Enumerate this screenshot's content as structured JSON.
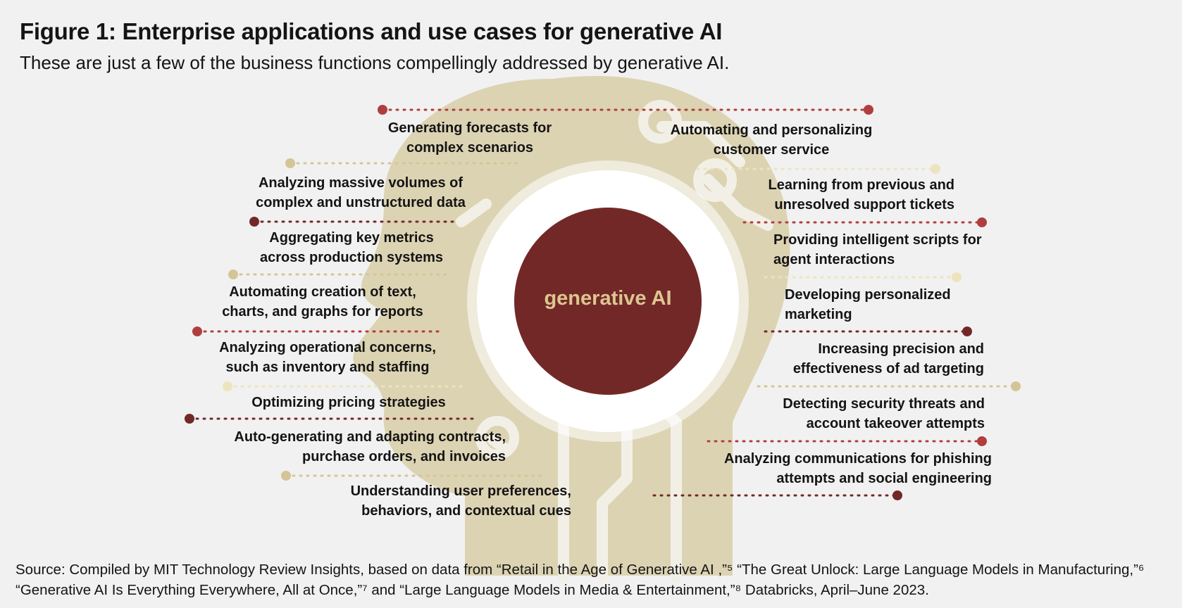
{
  "title": "Figure 1: Enterprise applications and use cases for generative AI",
  "subtitle": "These are just a few of the business functions compellingly addressed by generative AI.",
  "center_label": "generative AI",
  "colors": {
    "background": "#f1f1f1",
    "head": "#dcd3b3",
    "core": "#732828",
    "core_text": "#dcc690",
    "red": "#b03e3e",
    "maroon": "#732828",
    "gold": "#d4c596",
    "cream": "#ede4be"
  },
  "left_items": [
    {
      "line1": "Generating forecasts for",
      "line2": "complex scenarios",
      "marker": "red"
    },
    {
      "line1": "Analyzing massive volumes of",
      "line2": "complex and unstructured data",
      "marker": "gold"
    },
    {
      "line1": "Aggregating key metrics",
      "line2": "across production systems",
      "marker": "maroon"
    },
    {
      "line1": "Automating creation of text,",
      "line2": "charts, and graphs for reports",
      "marker": "gold"
    },
    {
      "line1": "Analyzing operational concerns,",
      "line2": "such as inventory and staffing",
      "marker": "red"
    },
    {
      "line1": "Optimizing pricing strategies",
      "line2": "",
      "marker": "cream"
    },
    {
      "line1": "Auto-generating and adapting contracts,",
      "line2": "purchase orders, and invoices",
      "marker": "maroon"
    },
    {
      "line1": "Understanding user preferences,",
      "line2": "behaviors, and contextual cues",
      "marker": "gold"
    }
  ],
  "right_items": [
    {
      "line1": "Automating and personalizing",
      "line2": "customer service",
      "marker": "red"
    },
    {
      "line1": "Learning from previous and",
      "line2": "unresolved support tickets",
      "marker": "cream"
    },
    {
      "line1": "Providing intelligent scripts for",
      "line2": "agent interactions",
      "marker": "red"
    },
    {
      "line1": "Developing personalized",
      "line2": "marketing",
      "marker": "cream"
    },
    {
      "line1": "Increasing precision and",
      "line2": "effectiveness of ad targeting",
      "marker": "maroon"
    },
    {
      "line1": "Detecting security threats and",
      "line2": "account takeover attempts",
      "marker": "gold"
    },
    {
      "line1": "Analyzing communications for phishing",
      "line2": "attempts and social engineering",
      "marker": "red"
    },
    {
      "line1": "",
      "line2": "",
      "marker": "maroon"
    }
  ],
  "source": "Source: Compiled by MIT Technology Review Insights, based on data from “Retail in the Age of Generative AI ,”⁵ “The Great Unlock: Large Language Models in Manufacturing,”⁶ “Generative AI Is Everything Everywhere, All at Once,”⁷ and “Large Language Models in Media & Entertainment,”⁸ Databricks, April–June 2023."
}
